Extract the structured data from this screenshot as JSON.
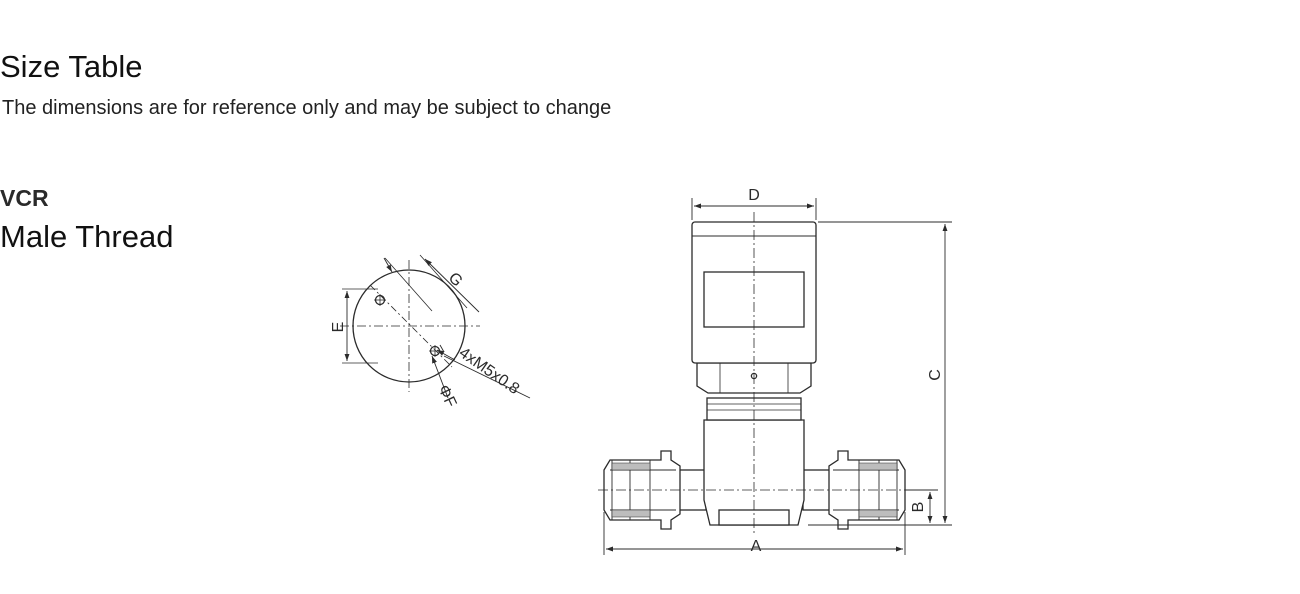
{
  "header": {
    "title": "Size Table",
    "subtitle": "The dimensions are for reference only and may be subject to change"
  },
  "section": {
    "label": "VCR",
    "heading": "Male Thread"
  },
  "side_view": {
    "dim_e": "E",
    "dim_g": "G",
    "dim_f": "ΦF",
    "thread_note": "4xM5x0.8"
  },
  "front_view": {
    "dim_a": "A",
    "dim_b": "B",
    "dim_c": "C",
    "dim_d": "D"
  },
  "colors": {
    "line": "#2b2b2b",
    "fill": "#ffffff"
  }
}
